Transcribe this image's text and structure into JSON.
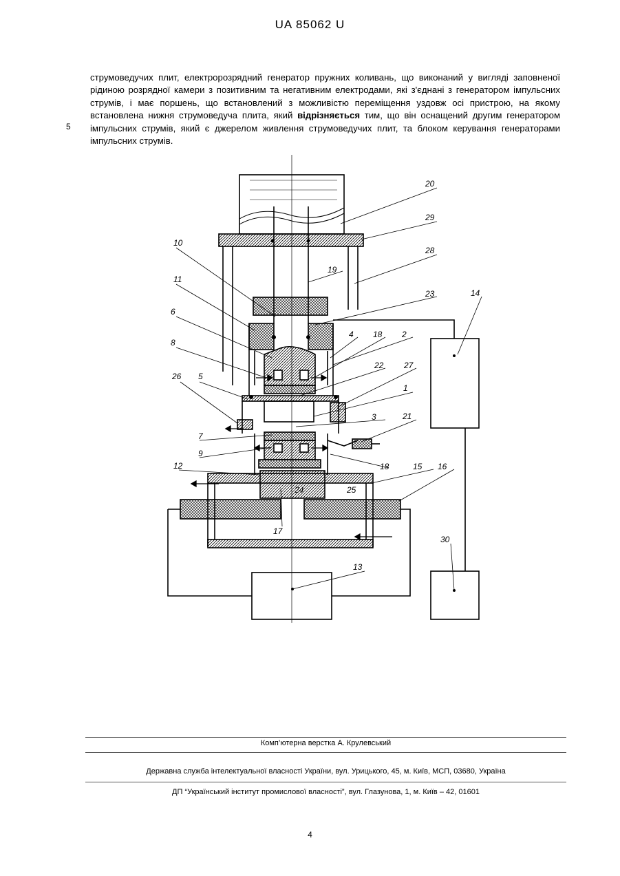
{
  "header": {
    "patent_number": "UA   85062   U"
  },
  "body": {
    "text_before": "струмоведучих плит, електророзрядний генератор пружних коливань, що виконаний у вигляді заповненої рідиною розрядної камери з позитивним та негативним електродами, які з'єднані з генератором імпульсних струмів, і має поршень, що встановлений з можливістю переміщення уздовж осі пристрою, на якому встановлена нижня струмоведуча плита, який ",
    "bold": "відрізняється",
    "text_after": " тим, що він оснащений другим генератором імпульсних струмів, який є джерелом живлення струмоведучих плит, та блоком керування генераторами імпульсних струмів.",
    "line_number": "5"
  },
  "figure": {
    "labels": {
      "l1": "1",
      "l2": "2",
      "l3": "3",
      "l4": "4",
      "l5": "5",
      "l6": "6",
      "l7": "7",
      "l8": "8",
      "l9": "9",
      "l10": "10",
      "l11": "11",
      "l12": "12",
      "l13": "13",
      "l14": "14",
      "l15": "15",
      "l16": "16",
      "l17": "17",
      "l18a": "18",
      "l18b": "18",
      "l19": "19",
      "l20": "20",
      "l21": "21",
      "l22": "22",
      "l23": "23",
      "l24": "24",
      "l25": "25",
      "l26": "26",
      "l27": "27",
      "l28": "28",
      "l29": "29",
      "l30": "30"
    }
  },
  "footer": {
    "layout": "Комп’ютерна верстка А. Крулевський",
    "agency": "Державна служба інтелектуальної власності України, вул. Урицького, 45, м. Київ, МСП, 03680, Україна",
    "institute": "ДП “Український інститут промислової власності”, вул. Глазунова, 1, м. Київ – 42, 01601"
  },
  "page_number": "4"
}
